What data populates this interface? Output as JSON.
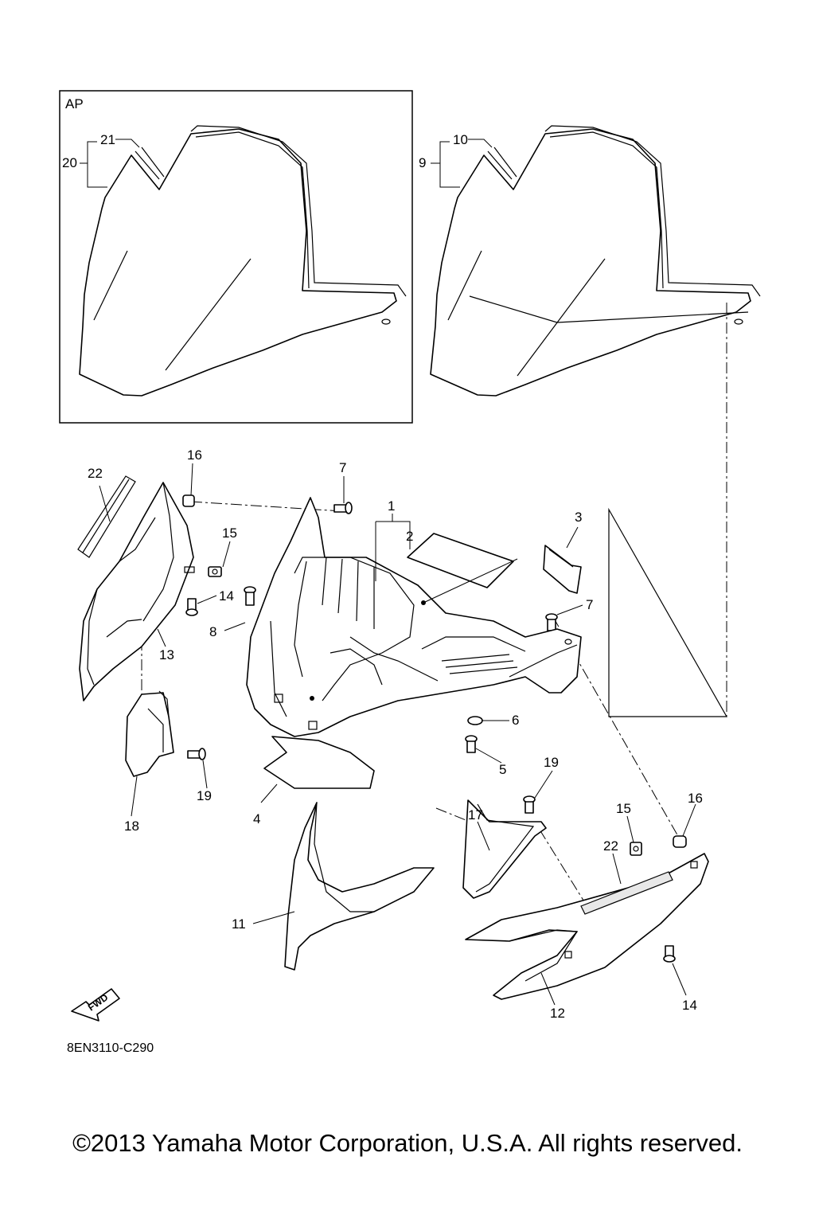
{
  "diagram": {
    "inset_label": "AP",
    "fwd_label": "FWD",
    "diagram_code": "8EN3110-C290",
    "copyright": "©2013 Yamaha Motor Corporation, U.S.A. All rights reserved.",
    "callouts": {
      "c1": "1",
      "c2": "2",
      "c3": "3",
      "c4": "4",
      "c5": "5",
      "c6": "6",
      "c7a": "7",
      "c7b": "7",
      "c8": "8",
      "c9": "9",
      "c10": "10",
      "c11": "11",
      "c12": "12",
      "c13": "13",
      "c14a": "14",
      "c14b": "14",
      "c15a": "15",
      "c15b": "15",
      "c16a": "16",
      "c16b": "16",
      "c17": "17",
      "c18": "18",
      "c19a": "19",
      "c19b": "19",
      "c20": "20",
      "c21": "21",
      "c22a": "22",
      "c22b": "22"
    }
  }
}
